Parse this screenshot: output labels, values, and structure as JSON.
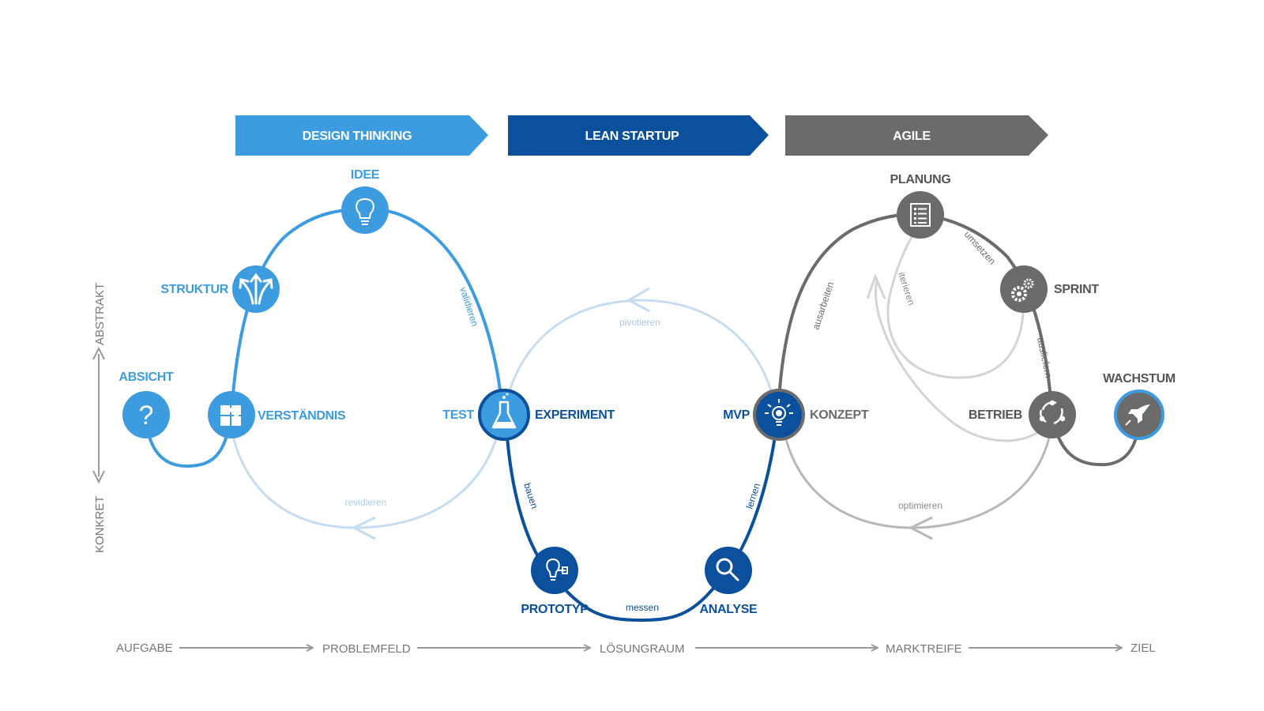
{
  "colors": {
    "design": "#3d9be0",
    "design_light": "#c4ddf2",
    "lean": "#0b509c",
    "lean_light": "#b5d2ec",
    "agile": "#6b6b6b",
    "agile_light": "#c9c9c9",
    "axis": "#8a8a8a"
  },
  "banners": {
    "design": "DESIGN THINKING",
    "lean": "LEAN STARTUP",
    "agile": "AGILE"
  },
  "nodes": {
    "absicht": "ABSICHT",
    "verstaendnis": "VERSTÄNDNIS",
    "struktur": "STRUKTUR",
    "idee": "IDEE",
    "test": "TEST",
    "experiment": "EXPERIMENT",
    "prototyp": "PROTOTYP",
    "analyse": "ANALYSE",
    "mvp": "MVP",
    "konzept": "KONZEPT",
    "planung": "PLANUNG",
    "sprint": "SPRINT",
    "betrieb": "BETRIEB",
    "wachstum": "WACHSTUM"
  },
  "edges": {
    "validieren": "validieren",
    "revidieren": "revidieren",
    "pivotieren": "pivotieren",
    "bauen": "bauen",
    "messen": "messen",
    "lernen": "lernen",
    "ausarbeiten": "ausarbeiten",
    "iterieren": "iterieren",
    "umsetzen": "umsetzen",
    "ausliefern": "ausliefern",
    "optimieren": "optimieren"
  },
  "vertical_axis": {
    "top": "ABSTRAKT",
    "bottom": "KONKRET"
  },
  "stages": [
    "AUFGABE",
    "PROBLEMFELD",
    "LÖSUNGRAUM",
    "MARKTREIFE",
    "ZIEL"
  ],
  "icons": {
    "absicht": "question-icon",
    "verstaendnis": "puzzle-icon",
    "struktur": "diverging-arrows-icon",
    "idee": "lightbulb-icon",
    "experiment": "flask-icon",
    "prototyp": "bulb-plug-icon",
    "analyse": "magnifier-icon",
    "konzept": "shining-bulb-icon",
    "planung": "checklist-icon",
    "sprint": "gears-icon",
    "betrieb": "cycle-icon",
    "wachstum": "rocket-icon"
  }
}
